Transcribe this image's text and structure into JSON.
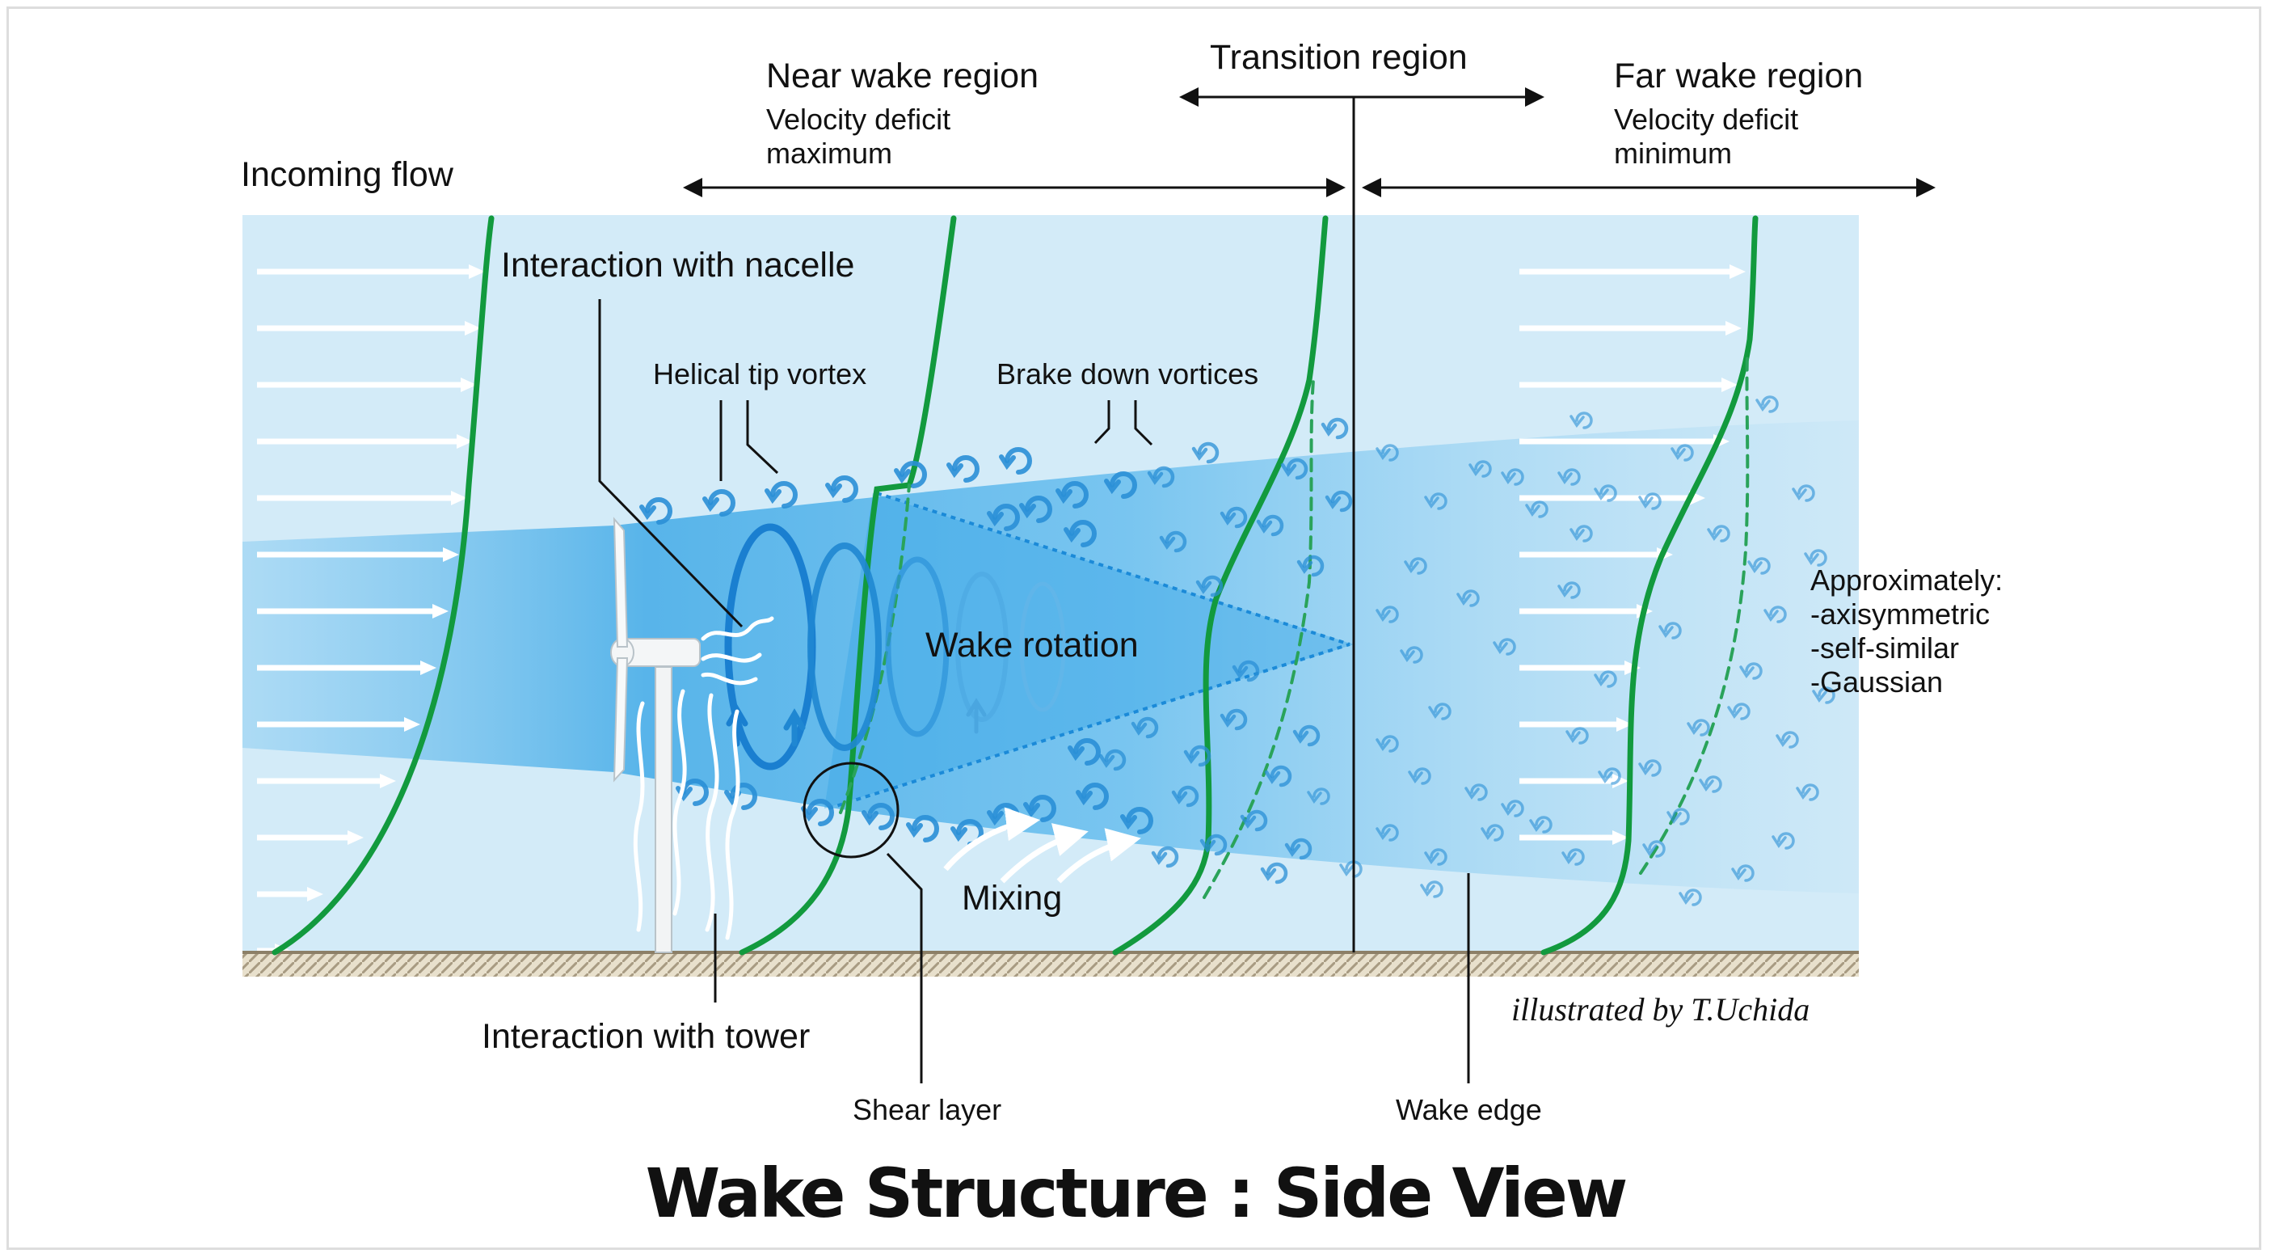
{
  "diagram": {
    "title": "Wake Structure : Side View",
    "credit": "illustrated by T.Uchida",
    "regions": {
      "near": {
        "title": "Near wake region",
        "sub1": "Velocity deficit",
        "sub2": "maximum"
      },
      "transition": {
        "title": "Transition region"
      },
      "far": {
        "title": "Far wake region",
        "sub1": "Velocity deficit",
        "sub2": "minimum"
      }
    },
    "labels": {
      "incoming_flow": "Incoming flow",
      "interaction_nacelle": "Interaction with nacelle",
      "helical_tip_vortex": "Helical tip vortex",
      "brake_down_vortices": "Brake down vortices",
      "wake_rotation": "Wake rotation",
      "mixing": "Mixing",
      "interaction_tower": "Interaction with tower",
      "shear_layer": "Shear layer",
      "wake_edge": "Wake edge"
    },
    "approx": {
      "heading": "Approximately:",
      "items": [
        "-axisymmetric",
        "-self-similar",
        "-Gaussian"
      ]
    },
    "colors": {
      "sky": "#d3ebf8",
      "wake": "#5bb7ea",
      "profile": "#129a3e",
      "vortex": "#2a8fd6",
      "ground": "#cfc3ac"
    }
  }
}
